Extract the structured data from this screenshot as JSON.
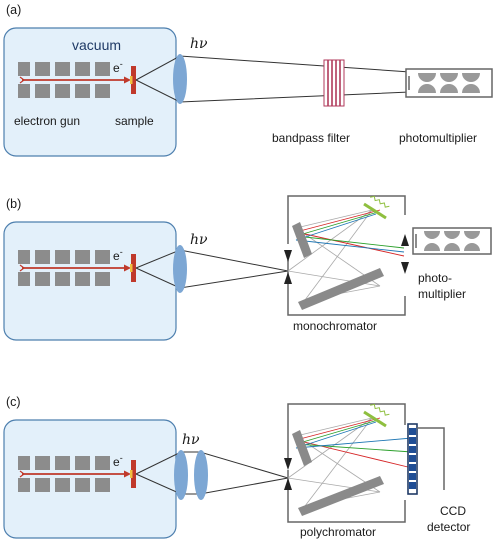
{
  "panels": [
    {
      "id": "a",
      "label": "(a)",
      "vacuum_label": "vacuum",
      "gun_label": "electron gun",
      "sample_label": "sample",
      "electron_label": "e",
      "electron_charge": "-",
      "photon_label": "hν",
      "filter_label": "bandpass filter",
      "detector_label": "photomultiplier"
    },
    {
      "id": "b",
      "label": "(b)",
      "electron_label": "e",
      "electron_charge": "-",
      "photon_label": "hν",
      "spectrometer_label": "monochromator",
      "detector_label_line1": "photo-",
      "detector_label_line2": "multiplier"
    },
    {
      "id": "c",
      "label": "(c)",
      "electron_label": "e",
      "electron_charge": "-",
      "photon_label": "hν",
      "spectrometer_label": "polychromator",
      "detector_label_line1": "CCD",
      "detector_label_line2": "detector"
    }
  ],
  "colors": {
    "chamber_fill": "#e3f0fa",
    "chamber_stroke": "#4d7fae",
    "electron_beam": "#c0392b",
    "sample": "#c0392b",
    "lens": "#7da7d4",
    "filter": "#b03a5b",
    "grating": "#8fbf3f",
    "ray_red": "#d62728",
    "ray_green": "#2ca02c",
    "ray_blue": "#1f77b4"
  }
}
